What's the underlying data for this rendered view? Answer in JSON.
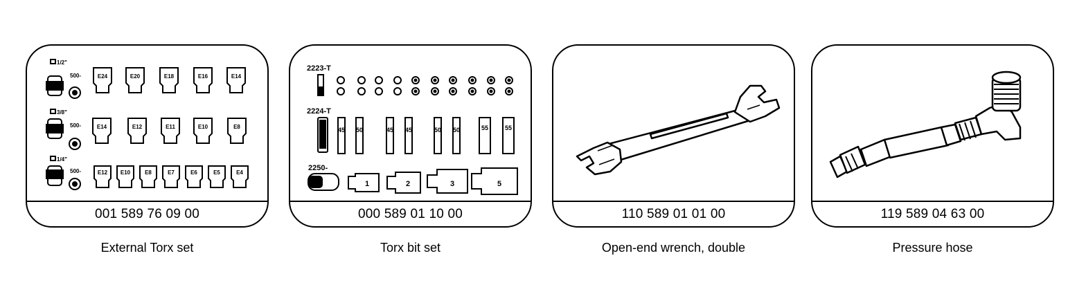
{
  "tools": [
    {
      "part_number": "001 589 76 09 00",
      "caption": "External Torx set",
      "drive_labels": [
        "1/2\"",
        "3/8\"",
        "1/4\""
      ],
      "prefix_labels": [
        "500-",
        "500-",
        "500-"
      ],
      "row1_labels": [
        "E24",
        "E20",
        "E18",
        "E16",
        "E14"
      ],
      "row2_labels": [
        "E14",
        "E12",
        "E11",
        "E10",
        "E8"
      ],
      "row3_labels": [
        "E12",
        "E10",
        "E8",
        "E7",
        "E6",
        "E5",
        "E4"
      ]
    },
    {
      "part_number": "000 589 01 10 00",
      "caption": "Torx bit set",
      "series_labels": [
        "2223-T",
        "2224-T",
        "2250-"
      ],
      "bit_labels": [
        "45",
        "50",
        "45",
        "45",
        "50",
        "50",
        "55",
        "55"
      ],
      "socket_labels": [
        "1",
        "2",
        "3",
        "5"
      ]
    },
    {
      "part_number": "110 589 01 01 00",
      "caption": "Open-end wrench, double"
    },
    {
      "part_number": "119 589 04 63 00",
      "caption": "Pressure hose"
    }
  ]
}
